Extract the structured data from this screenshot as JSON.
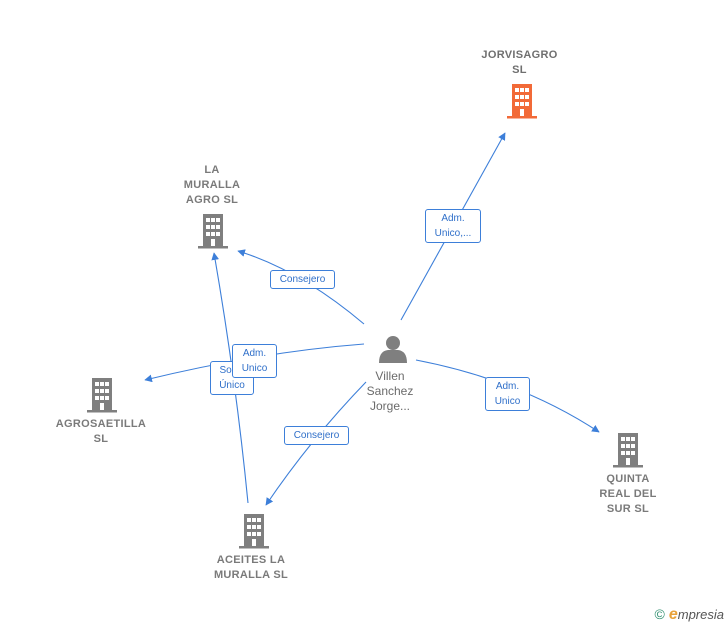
{
  "nodes": {
    "jorvisagro": {
      "lines": [
        "JORVISAGRO",
        "SL"
      ],
      "type": "company",
      "color": "#f26a38"
    },
    "la_muralla_agro": {
      "lines": [
        "LA",
        "MURALLA",
        "AGRO  SL"
      ],
      "type": "company",
      "color": "#7f7f7f"
    },
    "agrosaetilla": {
      "lines": [
        "AGROSAETILLA",
        "SL"
      ],
      "type": "company",
      "color": "#7f7f7f"
    },
    "aceites_la_muralla": {
      "lines": [
        "ACEITES LA",
        "MURALLA SL"
      ],
      "type": "company",
      "color": "#7f7f7f"
    },
    "quinta_real": {
      "lines": [
        "QUINTA",
        "REAL DEL",
        "SUR  SL"
      ],
      "type": "company",
      "color": "#7f7f7f"
    },
    "villen": {
      "lines": [
        "Villen",
        "Sanchez",
        "Jorge..."
      ],
      "type": "person",
      "color": "#7f7f7f"
    }
  },
  "edges": {
    "to_jorvisagro": {
      "lines": [
        "Adm.",
        "Unico,..."
      ]
    },
    "to_la_muralla": {
      "lines": [
        "Consejero"
      ]
    },
    "to_agrosaetilla": {
      "lines": [
        "Adm.",
        "Unico"
      ]
    },
    "socio_unico": {
      "lines": [
        "Socio",
        "Único"
      ]
    },
    "to_aceites": {
      "lines": [
        "Consejero"
      ]
    },
    "to_quinta": {
      "lines": [
        "Adm.",
        "Unico"
      ]
    }
  },
  "colors": {
    "edge": "#3d7fd9",
    "edge_text": "#2f6fc9"
  },
  "footer": {
    "copyright": "©",
    "brand_initial": "e",
    "brand_rest": "mpresia"
  }
}
